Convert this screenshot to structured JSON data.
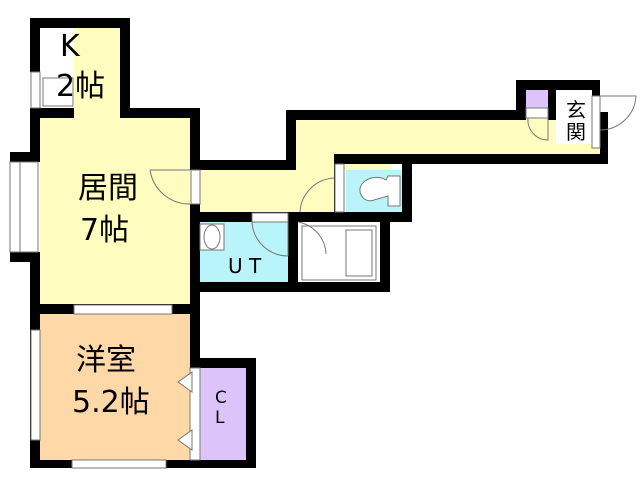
{
  "rooms": {
    "kitchen": {
      "name": "K",
      "size": "2帖",
      "color": "#FFFCC0"
    },
    "living": {
      "name": "居間",
      "size": "7帖",
      "color": "#FFFCC0"
    },
    "western_room": {
      "name": "洋室",
      "size": "5.2帖",
      "color": "#FFD8A8"
    },
    "closet": {
      "name_line1": "C",
      "name_line2": "L",
      "color": "#DCC4FA"
    },
    "utility": {
      "name": "U T",
      "color": "#B8F4FA"
    },
    "toilet": {
      "color": "#B8F4FA"
    },
    "entrance": {
      "name_line1": "玄",
      "name_line2": "関"
    },
    "hallway": {
      "color": "#FFFCC0"
    },
    "shoe_storage": {
      "color": "#DCC4FA"
    }
  },
  "colors": {
    "wall": "#000000",
    "window": "#FFFFFF",
    "outline": "#777777"
  }
}
